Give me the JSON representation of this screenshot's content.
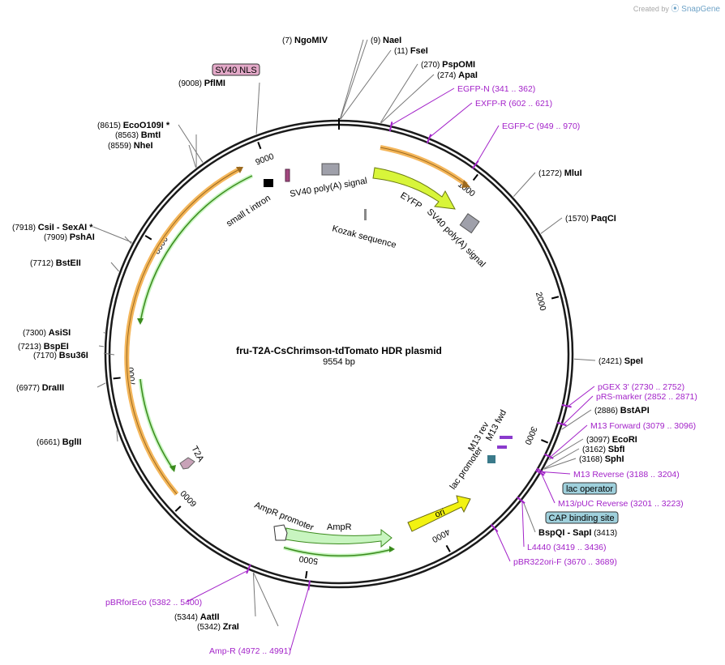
{
  "app": {
    "credit_prefix": "Created by",
    "credit_brand": "SnapGene"
  },
  "plasmid": {
    "name": "fru-T2A-CsChrimson-tdTomato HDR plasmid",
    "length_label": "9554 bp",
    "length_bp": 9554
  },
  "ticks": [
    "1000",
    "2000",
    "3000",
    "4000",
    "5000",
    "6000",
    "7000",
    "8000",
    "9000"
  ],
  "sites": [
    {
      "name": "NgoMIV",
      "pos": "(7)"
    },
    {
      "name": "NaeI",
      "pos": "(9)"
    },
    {
      "name": "FseI",
      "pos": "(11)"
    },
    {
      "name": "PspOMI",
      "pos": "(270)"
    },
    {
      "name": "ApaI",
      "pos": "(274)"
    },
    {
      "name": "MluI",
      "pos": "(1272)"
    },
    {
      "name": "PaqCI",
      "pos": "(1570)"
    },
    {
      "name": "SpeI",
      "pos": "(2421)"
    },
    {
      "name": "BstAPI",
      "pos": "(2886)"
    },
    {
      "name": "EcoRI",
      "pos": "(3097)"
    },
    {
      "name": "SbfI",
      "pos": "(3162)"
    },
    {
      "name": "SphI",
      "pos": "(3168)"
    },
    {
      "name": "BspQI",
      "pos": "",
      "extra": "-  SapI",
      "pos2": "(3413)"
    },
    {
      "name": "AatII",
      "pos": "(5344)"
    },
    {
      "name": "ZraI",
      "pos": "(5342)"
    },
    {
      "name": "BglII",
      "pos": "(6661)"
    },
    {
      "name": "DraIII",
      "pos": "(6977)"
    },
    {
      "name": "Bsu36I",
      "pos": "(7170)"
    },
    {
      "name": "BspEI",
      "pos": "(7213)"
    },
    {
      "name": "AsiSI",
      "pos": "(7300)"
    },
    {
      "name": "BstEII",
      "pos": "(7712)"
    },
    {
      "name": "PshAI",
      "pos": "(7909)"
    },
    {
      "name": "CsiI",
      "pos": "(7918)",
      "extra": "-  SexAI *"
    },
    {
      "name": "NheI",
      "pos": "(8559)"
    },
    {
      "name": "BmtI",
      "pos": "(8563)"
    },
    {
      "name": "EcoO109I *",
      "pos": "(8615)"
    },
    {
      "name": "PflMI",
      "pos": "(9008)"
    }
  ],
  "primers": [
    {
      "name": "EGFP-N",
      "range": "(341 .. 362)"
    },
    {
      "name": "EXFP-R",
      "range": "(602 .. 621)"
    },
    {
      "name": "EGFP-C",
      "range": "(949 .. 970)"
    },
    {
      "name": "pGEX 3'",
      "range": "(2730 .. 2752)"
    },
    {
      "name": "pRS-marker",
      "range": "(2852 .. 2871)"
    },
    {
      "name": "M13 Forward",
      "range": "(3079 .. 3096)"
    },
    {
      "name": "M13 Reverse",
      "range": "(3188 .. 3204)"
    },
    {
      "name": "M13/pUC Reverse",
      "range": "(3201 .. 3223)"
    },
    {
      "name": "L4440",
      "range": "(3419 .. 3436)"
    },
    {
      "name": "pBR322ori-F",
      "range": "(3670 .. 3689)"
    },
    {
      "name": "pBRforEco",
      "range": "(5382 .. 5400)"
    },
    {
      "name": "Amp-R",
      "range": "(4972 .. 4991)"
    }
  ],
  "boxed_features": {
    "sv40_nls": "SV40 NLS",
    "lac_operator": "lac operator",
    "cap_site": "CAP binding site"
  },
  "features": {
    "small_t_intron": "small t intron",
    "sv40_polya_top": "SV40 poly(A) signal",
    "kozak": "Kozak sequence",
    "eyfp": "EYFP",
    "sv40_polya_right": "SV40 poly(A) signal",
    "t2a": "T2A",
    "ampr_promoter": "AmpR promoter",
    "ampr": "AmpR",
    "ori": "ori",
    "lac_promoter": "lac promoter",
    "m13_rev": "M13 rev",
    "m13_fwd": "M13 fwd"
  },
  "colors": {
    "ring": "#1a1a1a",
    "primer": "#a323c9",
    "eyfp": "#d8f53a",
    "ori": "#f2f211",
    "ampr": "#c8f5c0",
    "orange_cds": "#f4b65a",
    "green_orf": "#3a8a1c",
    "sv40_box": "#9fa0aa",
    "nls_box": "#e3a9c8",
    "lac_box": "#9fd0dc"
  }
}
